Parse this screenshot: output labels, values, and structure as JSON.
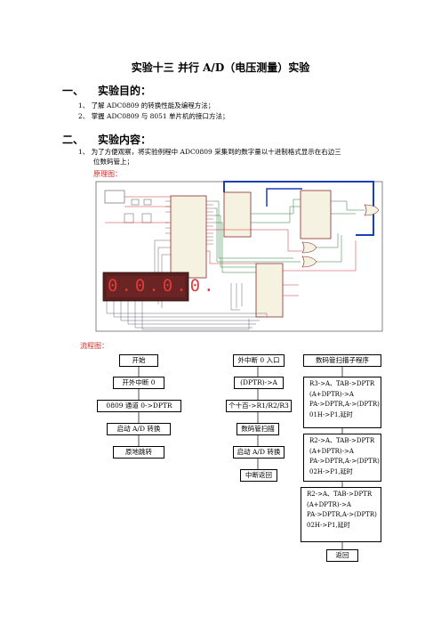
{
  "doc": {
    "title": "实验十三   并行 A/D（电压测量）实验",
    "sections": [
      {
        "num": "一、",
        "heading": "实验目的：",
        "items": [
          {
            "num": "1、",
            "text": "了解 ADC0809 的转换性能及编程方法；"
          },
          {
            "num": "2、",
            "text": "掌握 ADC0809 与 8051 单片机的接口方法；"
          }
        ]
      },
      {
        "num": "二、",
        "heading": "实验内容：",
        "items": [
          {
            "num": "1、",
            "text": "为了方便观察，将实验例程中 ADC0809 采集到的数字量以十进制格式显示在右边三",
            "cont": "位数码管上；"
          }
        ]
      }
    ],
    "schematic_label": "原理图：",
    "flow_label": "流程图：",
    "display_digits": "0.0.0.0."
  },
  "flow": {
    "col1": [
      "开始",
      "开外中断 0",
      "0809 通道 0->DPTR",
      "启动 A/D 转换",
      "原地跳转"
    ],
    "col2": [
      "外中断 0 入口",
      "(DPTR)->A",
      "个十百->R1/R2/R3",
      "数码管扫描",
      "启动 A/D 转换",
      "中断返回"
    ],
    "col3_head": "数码管扫描子程序",
    "col3_blocks": [
      [
        "R3->A、TAB->DPTR",
        "(A+DPTR)->A",
        "PA->DPTR,A->(DPTR)",
        "01H->P1,延时"
      ],
      [
        "R2->A、TAB->DPTR",
        "(A+DPTR)->A",
        "PA->DPTR,A->(DPTR)",
        "02H->P1,延时"
      ],
      [
        "R2->A、TAB->DPTR",
        "(A+DPTR)->A",
        "PA->DPTR,A->(DPTR)",
        "02H->P1,延时"
      ]
    ],
    "col3_end": "返回"
  }
}
